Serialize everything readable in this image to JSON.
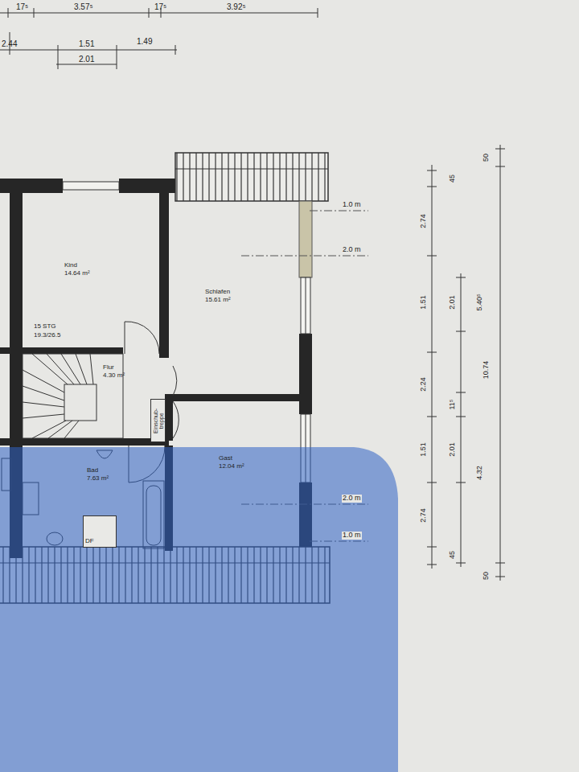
{
  "diagram": {
    "nodes": [
      {
        "text": [
          "Kind",
          "14.64 m²"
        ]
      },
      {
        "text": [
          "Schlafen",
          "15.61 m²"
        ]
      },
      {
        "text": [
          "Flur",
          "4.30 m²"
        ]
      },
      {
        "text": [
          "Einschub- treppe"
        ],
        "in": 2
      },
      {
        "text": [
          "Gast",
          "12.04 m²"
        ]
      },
      {
        "text": [
          "Bad",
          "7.63 m²"
        ]
      },
      {
        "text": [
          "DF"
        ],
        "in": 5
      }
    ],
    "labels": [
      "17⁵",
      "3.57⁵",
      "17⁵",
      "3.92⁵",
      "2.44",
      "1.51",
      "1.49",
      "2.01",
      "15 STG",
      "19.3/26.5",
      "1.0 m",
      "2.0 m",
      "2.0 m",
      "1.0 m",
      "45",
      "2.74",
      "1.51",
      "2.01",
      "5.40⁵",
      "2.24",
      "11⁵",
      "1.51",
      "2.01",
      "4.32",
      "2.74",
      "45",
      "50",
      "10.74",
      "50"
    ]
  }
}
